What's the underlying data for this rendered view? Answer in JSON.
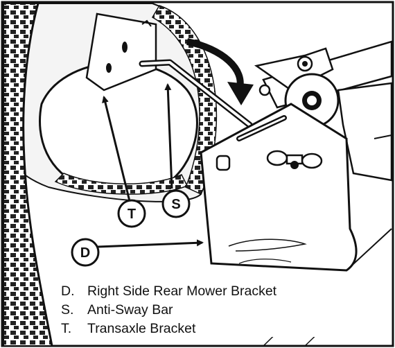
{
  "figure": {
    "callouts": [
      {
        "letter": "D",
        "label": "Right Side Rear Mower Bracket"
      },
      {
        "letter": "S",
        "label": "Anti-Sway Bar"
      },
      {
        "letter": "T",
        "label": "Transaxle Bracket"
      }
    ]
  },
  "legend": {
    "items": [
      {
        "key": "D.",
        "text": "Right Side Rear Mower Bracket"
      },
      {
        "key": "S.",
        "text": "Anti-Sway Bar"
      },
      {
        "key": "T.",
        "text": "Transaxle Bracket"
      }
    ]
  }
}
